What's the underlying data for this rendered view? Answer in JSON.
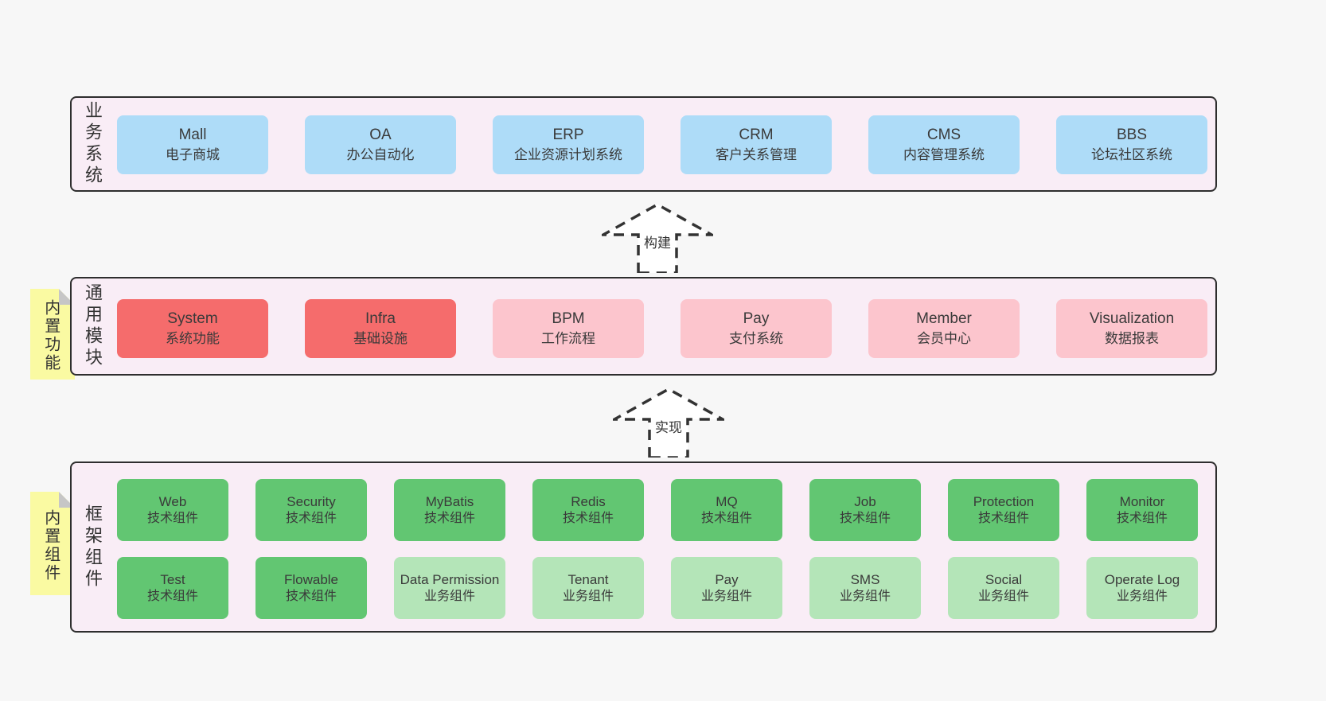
{
  "colors": {
    "page_bg": "#f7f7f7",
    "layer_bg": "#f9edf6",
    "border": "#2e2e2e",
    "blue_box": "#aedcf8",
    "red_box": "#f56c6c",
    "pink_box": "#fcc5cd",
    "green_box": "#62c672",
    "light_green_box": "#b4e5b8",
    "note_yellow": "#fafaa2",
    "fold_gray": "#c6c6c6"
  },
  "arrows": [
    {
      "label": "构建"
    },
    {
      "label": "实现"
    }
  ],
  "layers": [
    {
      "label": "业务系统",
      "boxes": [
        {
          "title": "Mall",
          "subtitle": "电子商城"
        },
        {
          "title": "OA",
          "subtitle": "办公自动化"
        },
        {
          "title": "ERP",
          "subtitle": "企业资源计划系统"
        },
        {
          "title": "CRM",
          "subtitle": "客户关系管理"
        },
        {
          "title": "CMS",
          "subtitle": "内容管理系统"
        },
        {
          "title": "BBS",
          "subtitle": "论坛社区系统"
        }
      ]
    },
    {
      "label": "通用模块",
      "note": "内置功能",
      "boxes": [
        {
          "title": "System",
          "subtitle": "系统功能"
        },
        {
          "title": "Infra",
          "subtitle": "基础设施"
        },
        {
          "title": "BPM",
          "subtitle": "工作流程"
        },
        {
          "title": "Pay",
          "subtitle": "支付系统"
        },
        {
          "title": "Member",
          "subtitle": "会员中心"
        },
        {
          "title": "Visualization",
          "subtitle": "数据报表"
        }
      ]
    },
    {
      "label": "框架组件",
      "note": "内置组件",
      "rows": [
        [
          {
            "title": "Web",
            "subtitle": "技术组件"
          },
          {
            "title": "Security",
            "subtitle": "技术组件"
          },
          {
            "title": "MyBatis",
            "subtitle": "技术组件"
          },
          {
            "title": "Redis",
            "subtitle": "技术组件"
          },
          {
            "title": "MQ",
            "subtitle": "技术组件"
          },
          {
            "title": "Job",
            "subtitle": "技术组件"
          },
          {
            "title": "Protection",
            "subtitle": "技术组件"
          },
          {
            "title": "Monitor",
            "subtitle": "技术组件"
          }
        ],
        [
          {
            "title": "Test",
            "subtitle": "技术组件"
          },
          {
            "title": "Flowable",
            "subtitle": "技术组件"
          },
          {
            "title": "Data Permission",
            "subtitle": "业务组件"
          },
          {
            "title": "Tenant",
            "subtitle": "业务组件"
          },
          {
            "title": "Pay",
            "subtitle": "业务组件"
          },
          {
            "title": "SMS",
            "subtitle": "业务组件"
          },
          {
            "title": "Social",
            "subtitle": "业务组件"
          },
          {
            "title": "Operate Log",
            "subtitle": "业务组件"
          }
        ]
      ]
    }
  ]
}
